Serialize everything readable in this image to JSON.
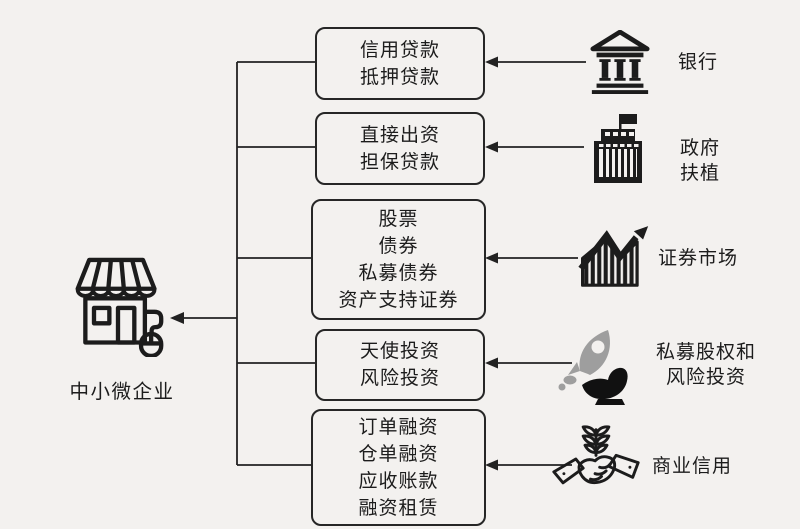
{
  "diagram": {
    "background": "#f3f1ef",
    "line_color": "#222222",
    "text_color": "#1c1c1c",
    "rocket_gray": "#9e9e9e"
  },
  "enterprise": {
    "label": "中小微企业",
    "icon": "storefront-mouse-icon"
  },
  "boxes": [
    {
      "text": "信用贷款\n抵押贷款"
    },
    {
      "text": "直接出资\n担保贷款"
    },
    {
      "text": "股票\n债券\n私募债券\n资产支持证券"
    },
    {
      "text": "天使投资\n风险投资"
    },
    {
      "text": "订单融资\n仓单融资\n应收账款\n融资租赁"
    }
  ],
  "sources": [
    {
      "label": "银行",
      "icon": "bank-icon"
    },
    {
      "label": "政府\n扶植",
      "icon": "government-building-icon"
    },
    {
      "label": "证券市场",
      "icon": "stock-chart-icon"
    },
    {
      "label": "私募股权和\n风险投资",
      "icon": "rocket-in-hand-icon"
    },
    {
      "label": "商业信用",
      "icon": "handshake-sprout-icon"
    }
  ]
}
